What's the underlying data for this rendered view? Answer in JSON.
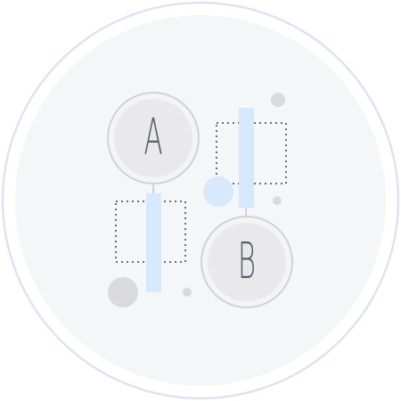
{
  "illustration": {
    "type": "ab-comparison-illustration",
    "labels": {
      "a": "A",
      "b": "B"
    },
    "colors": {
      "ring": "#dbe4f2",
      "disc": "#f5f6f8",
      "node_outer": "#f4f4f6",
      "node_outer_stroke": "#cfd2d7",
      "node_inner": "#e9e9ec",
      "letter": "#5a5e66",
      "bar": "#d6e8fb",
      "dot_gray": "#dadadd",
      "dot_blue": "#d8e9fb",
      "dashed_box": "#6a6d72"
    }
  }
}
